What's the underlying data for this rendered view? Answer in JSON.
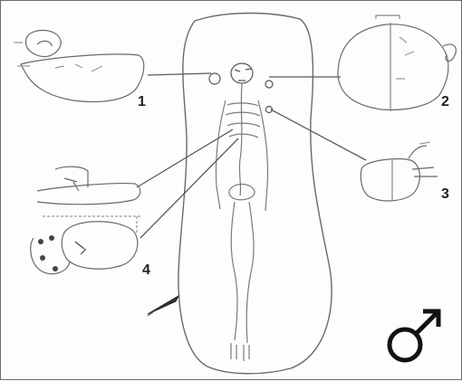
{
  "callouts": {
    "pot1": "1",
    "pot2": "2",
    "pot3": "3",
    "pot4": "4"
  },
  "symbol": "♂",
  "icons": {
    "gender": "male-symbol-icon",
    "tool": "blade-artifact-icon"
  },
  "colors": {
    "line": "#5a5a5a",
    "ink": "#222222",
    "sketch": "#8a8a8a"
  }
}
